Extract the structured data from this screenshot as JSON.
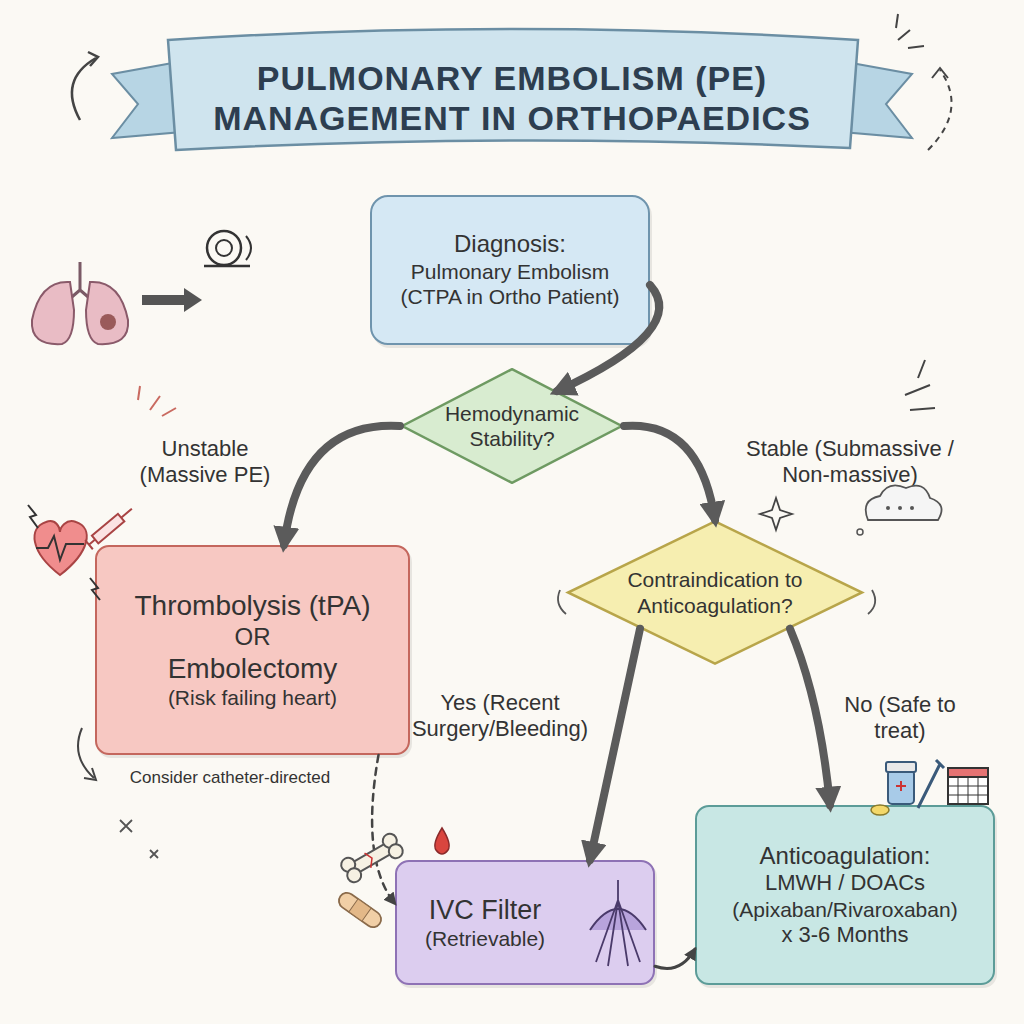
{
  "diagram": {
    "title": "PULMONARY EMBOLISM (PE) MANAGEMENT IN ORTHOPAEDICS",
    "nodes": [
      {
        "text": [
          "Diagnosis:",
          "Pulmonary Embolism (CTPA in Ortho Patient)"
        ]
      },
      {
        "text": [
          "Hemodynamic Stability?"
        ]
      },
      {
        "text": [
          "Thrombolysis (tPA)",
          "OR",
          "Embolectomy",
          "(Risk failing heart)"
        ]
      },
      {
        "text": [
          "Contraindication to Anticoagulation?"
        ]
      },
      {
        "text": [
          "IVC Filter",
          "(Retrievable)"
        ]
      },
      {
        "text": [
          "Anticoagulation:",
          "LMWH / DOACs",
          "(Apixaban/Rivaroxaban)",
          "x 3-6 Months"
        ]
      }
    ],
    "edges": [
      {
        "from": 0,
        "to": 1,
        "arrow": "to"
      },
      {
        "from": 1,
        "to": 2,
        "label": "Unstable (Massive PE)",
        "arrow": "to"
      },
      {
        "from": 1,
        "to": 3,
        "label": "Stable (Submassive / Non-massive)",
        "arrow": "to"
      },
      {
        "from": 3,
        "to": 4,
        "label": "Yes (Recent Surgery/Bleeding)",
        "arrow": "to"
      },
      {
        "from": 3,
        "to": 5,
        "label": "No (Safe to treat)",
        "arrow": "to"
      },
      {
        "from": 2,
        "to": 4,
        "label": "Consider catheter-directed",
        "arrow": "to"
      },
      {
        "from": 4,
        "to": 5,
        "arrow": "to"
      }
    ]
  }
}
